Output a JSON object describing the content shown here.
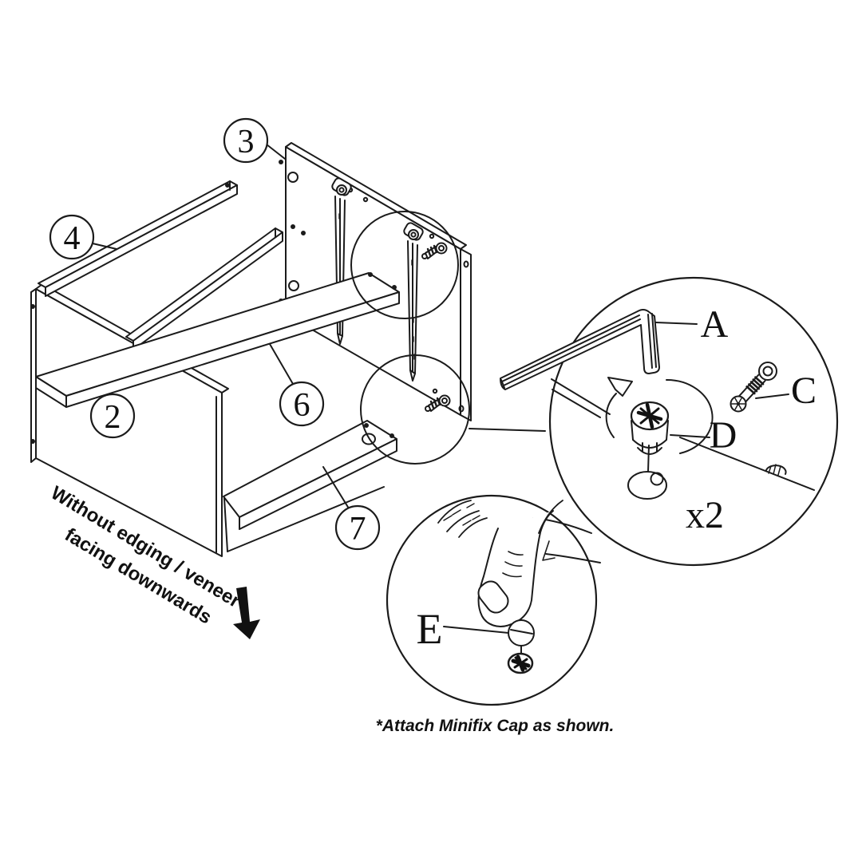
{
  "diagram": {
    "background": "#ffffff",
    "line_color": "#1b1b1b",
    "callouts": [
      {
        "id": "2",
        "part": "side-panel"
      },
      {
        "id": "3",
        "part": "side-panel-with-runners"
      },
      {
        "id": "4",
        "part": "top-rail"
      },
      {
        "id": "6",
        "part": "shelf-panel"
      },
      {
        "id": "7",
        "part": "bottom-panel"
      }
    ],
    "hardware": {
      "allen_key": "A",
      "minifix_bolt": "C",
      "minifix_cam": "D",
      "minifix_cap": "E",
      "quantity": "x2"
    },
    "orientation_note": {
      "line1": "Without edging / veneer",
      "line2": "facing downwards"
    },
    "caption": "*Attach Minifix Cap as shown."
  }
}
